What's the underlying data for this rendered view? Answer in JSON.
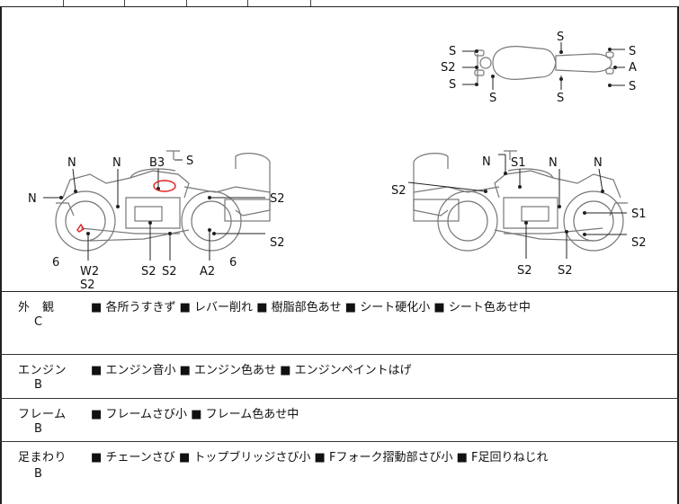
{
  "diagram": {
    "top_view_codes": {
      "left": [
        "S",
        "S2",
        "S"
      ],
      "front": "S",
      "bottom": [
        "S",
        "S"
      ],
      "right": [
        "S",
        "A",
        "S"
      ]
    },
    "left_side_codes": {
      "n1": "N",
      "n2": "N",
      "n3": "N",
      "b3": "B3",
      "s_mirror": "S",
      "s2_tank": "S2",
      "s2_rear": "S2",
      "six_front": "6",
      "six_rear": "6",
      "w2": "W2",
      "s2_w2": "S2",
      "s2_eng1": "S2",
      "s2_eng2": "S2",
      "a2": "A2"
    },
    "right_side_codes": {
      "n_top": "N",
      "s1_top": "S1",
      "n_mid": "N",
      "n_right": "N",
      "s2_left": "S2",
      "s1_right": "S1",
      "s2_right": "S2",
      "s2_b1": "S2",
      "s2_b2": "S2"
    },
    "damage_color": "#e02020"
  },
  "sections": [
    {
      "label": "外　観",
      "grade": "C",
      "items": [
        "各所うすきず",
        "レバー削れ",
        "樹脂部色あせ",
        "シート硬化小",
        "シート色あせ中"
      ]
    },
    {
      "label": "エンジン",
      "grade": "B",
      "items": [
        "エンジン音小",
        "エンジン色あせ",
        "エンジンペイントはげ"
      ]
    },
    {
      "label": "フレーム",
      "grade": "B",
      "items": [
        "フレームさび小",
        "フレーム色あせ中"
      ]
    },
    {
      "label": "足まわり",
      "grade": "B",
      "items": [
        "チェーンさび",
        "トップブリッジさび小",
        "Fフォーク摺動部さび小",
        "F足回りねじれ"
      ]
    }
  ],
  "bullet": "■"
}
